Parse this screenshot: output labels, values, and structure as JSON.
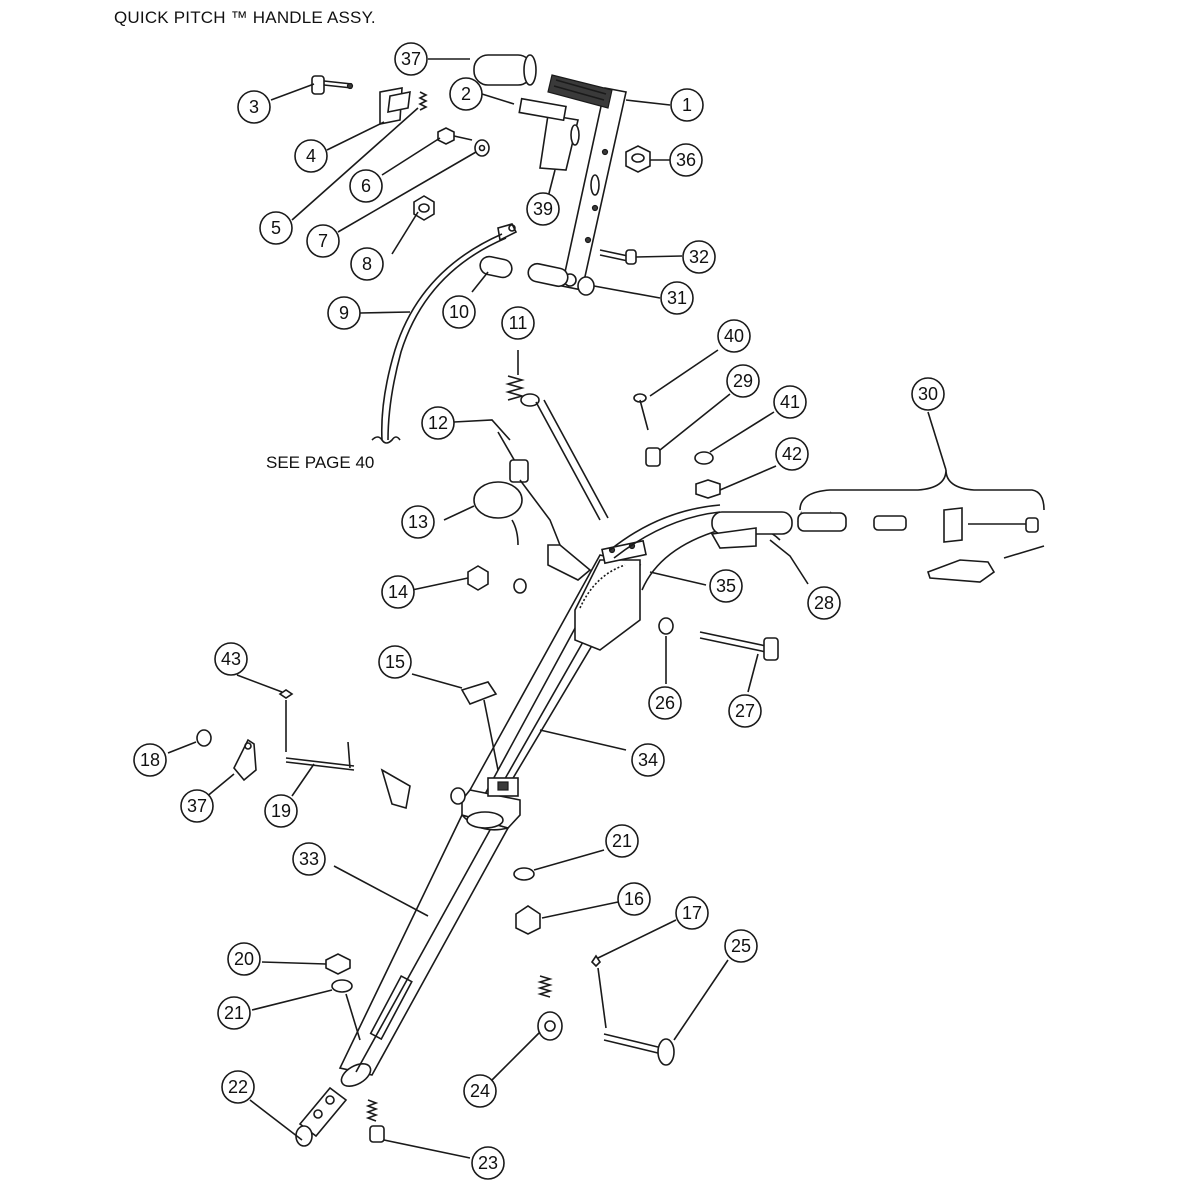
{
  "title": "QUICK PITCH ™ HANDLE ASSY.",
  "note": "SEE PAGE 40",
  "callouts": {
    "c1": "1",
    "c2": "2",
    "c3": "3",
    "c4": "4",
    "c5": "5",
    "c6": "6",
    "c7": "7",
    "c8": "8",
    "c9": "9",
    "c10": "10",
    "c11": "11",
    "c12": "12",
    "c13": "13",
    "c14": "14",
    "c15": "15",
    "c16": "16",
    "c17": "17",
    "c18": "18",
    "c19": "19",
    "c20": "20",
    "c21a": "21",
    "c21b": "21",
    "c22": "22",
    "c23": "23",
    "c24": "24",
    "c25": "25",
    "c26": "26",
    "c27": "27",
    "c28": "28",
    "c29": "29",
    "c30": "30",
    "c31": "31",
    "c32": "32",
    "c33": "33",
    "c34": "34",
    "c35": "35",
    "c36": "36",
    "c37a": "37",
    "c37b": "37",
    "c39": "39",
    "c40": "40",
    "c41": "41",
    "c42": "42",
    "c43": "43"
  }
}
